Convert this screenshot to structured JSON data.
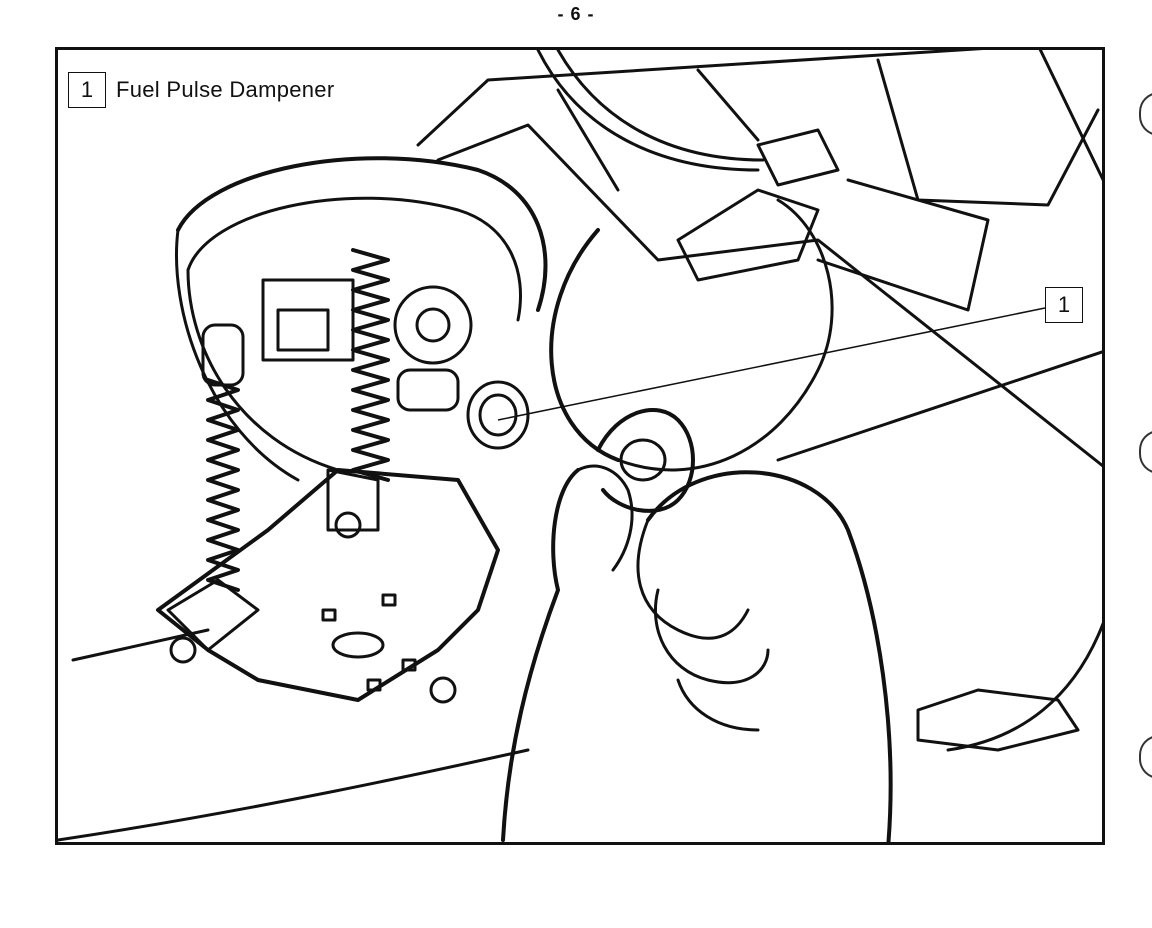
{
  "page": {
    "number_label": "- 6 -"
  },
  "figure": {
    "legend": {
      "number": "1",
      "label": "Fuel Pulse Dampener"
    },
    "callout": {
      "number": "1"
    }
  },
  "colors": {
    "ink": "#111111",
    "paper": "#ffffff"
  }
}
